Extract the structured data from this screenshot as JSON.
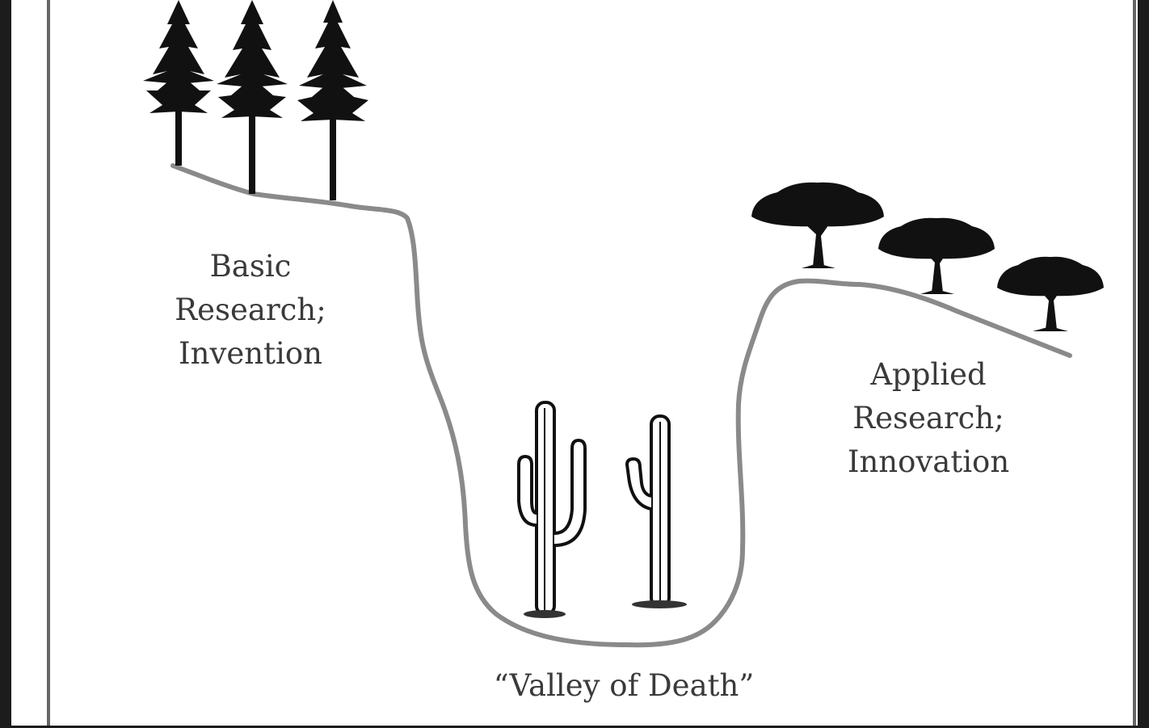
{
  "labels": {
    "basic": [
      "Basic",
      "Research;",
      "Invention"
    ],
    "applied": [
      "Applied",
      "Research;",
      "Innovation"
    ],
    "valley": "“Valley of Death”"
  },
  "icons": {
    "left_plateau": [
      "pine-tree-icon",
      "pine-tree-icon",
      "pine-tree-icon"
    ],
    "valley_floor": [
      "cactus-icon",
      "cactus-icon"
    ],
    "right_plateau": [
      "acacia-tree-icon",
      "acacia-tree-icon",
      "acacia-tree-icon"
    ]
  },
  "colors": {
    "background": "#1c1c1c",
    "panel": "#ffffff",
    "terrain_line": "#8a8a8a",
    "vegetation": "#111111",
    "text": "#3a3a3a"
  }
}
